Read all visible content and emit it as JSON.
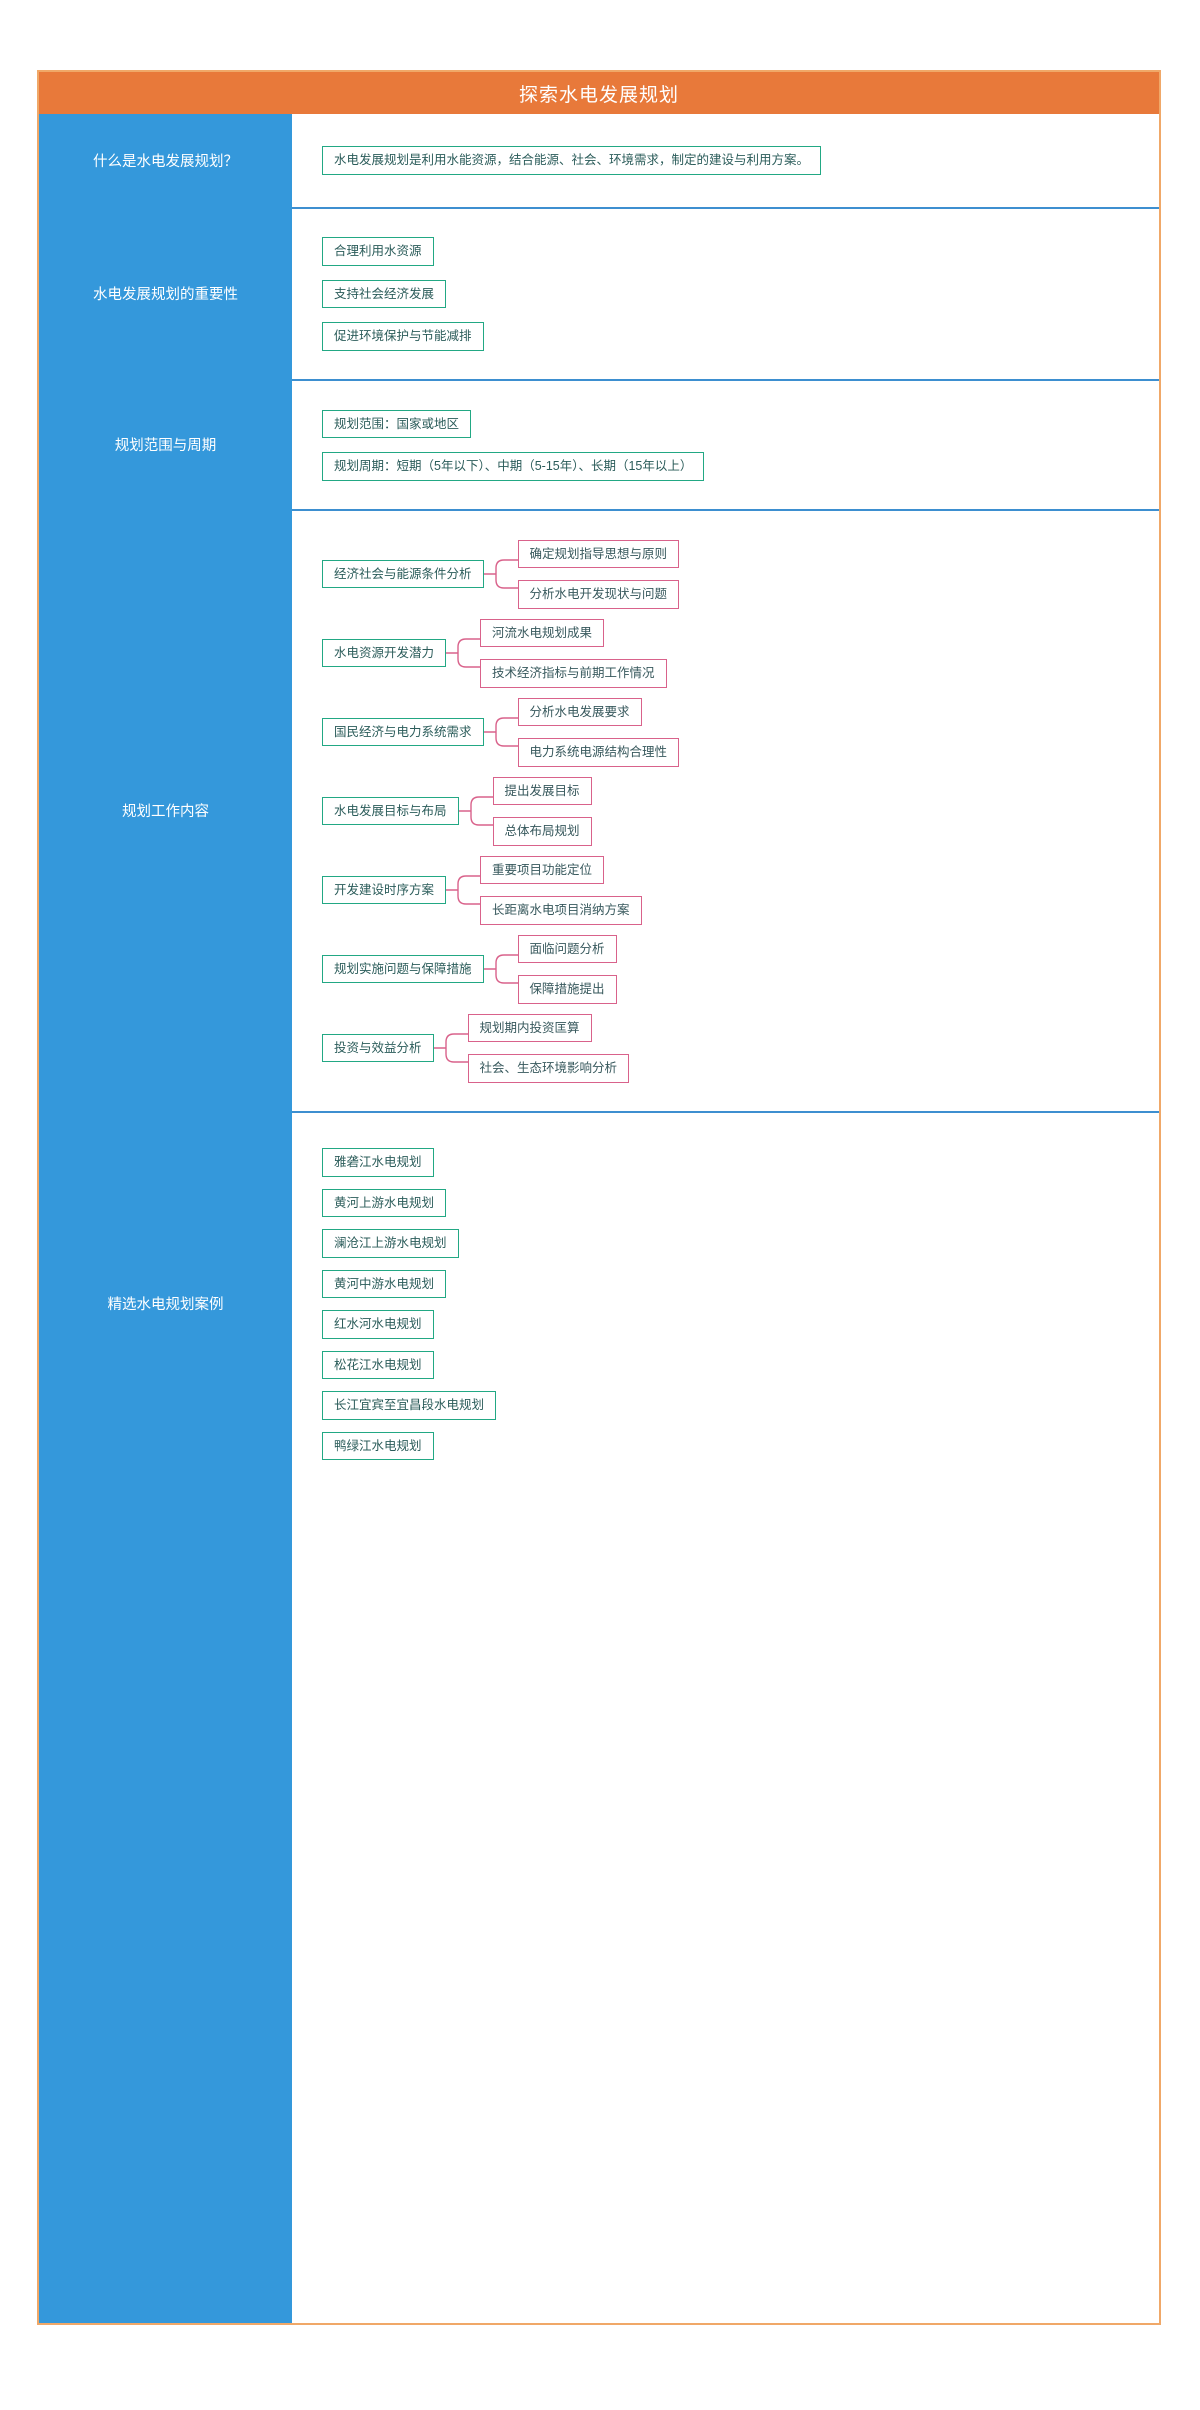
{
  "header": {
    "title": "探索水电发展规划"
  },
  "colors": {
    "header_bg": "#e8793a",
    "sidebar_bg": "#3498db",
    "frame_border": "#f0a868",
    "divider": "#3d8fd0",
    "green_node": "#22a884",
    "pink_node": "#d9628b",
    "node_text": "#33595a"
  },
  "sections": [
    {
      "id": "what-is",
      "label": "什么是水电发展规划？",
      "items": [
        "水电发展规划是利用水能资源，结合能源、社会、环境需求，制定的建设与利用方案。"
      ]
    },
    {
      "id": "importance",
      "label": "水电发展规划的重要性",
      "items": [
        "合理利用水资源",
        "支持社会经济发展",
        "促进环境保护与节能减排"
      ]
    },
    {
      "id": "scope-cycle",
      "label": "规划范围与周期",
      "items": [
        "规划范围：国家或地区",
        "规划周期：短期（5年以下）、中期（5-15年）、长期（15年以上）"
      ]
    },
    {
      "id": "work-content",
      "label": "规划工作内容",
      "branches": [
        {
          "parent": "经济社会与能源条件分析",
          "children": [
            "确定规划指导思想与原则",
            "分析水电开发现状与问题"
          ]
        },
        {
          "parent": "水电资源开发潜力",
          "children": [
            "河流水电规划成果",
            "技术经济指标与前期工作情况"
          ]
        },
        {
          "parent": "国民经济与电力系统需求",
          "children": [
            "分析水电发展要求",
            "电力系统电源结构合理性"
          ]
        },
        {
          "parent": "水电发展目标与布局",
          "children": [
            "提出发展目标",
            "总体布局规划"
          ]
        },
        {
          "parent": "开发建设时序方案",
          "children": [
            "重要项目功能定位",
            "长距离水电项目消纳方案"
          ]
        },
        {
          "parent": "规划实施问题与保障措施",
          "children": [
            "面临问题分析",
            "保障措施提出"
          ]
        },
        {
          "parent": "投资与效益分析",
          "children": [
            "规划期内投资匡算",
            "社会、生态环境影响分析"
          ]
        }
      ]
    },
    {
      "id": "cases",
      "label": "精选水电规划案例",
      "items": [
        "雅砻江水电规划",
        "黄河上游水电规划",
        "澜沧江上游水电规划",
        "黄河中游水电规划",
        "红水河水电规划",
        "松花江水电规划",
        "长江宜宾至宜昌段水电规划",
        "鸭绿江水电规划"
      ]
    }
  ]
}
